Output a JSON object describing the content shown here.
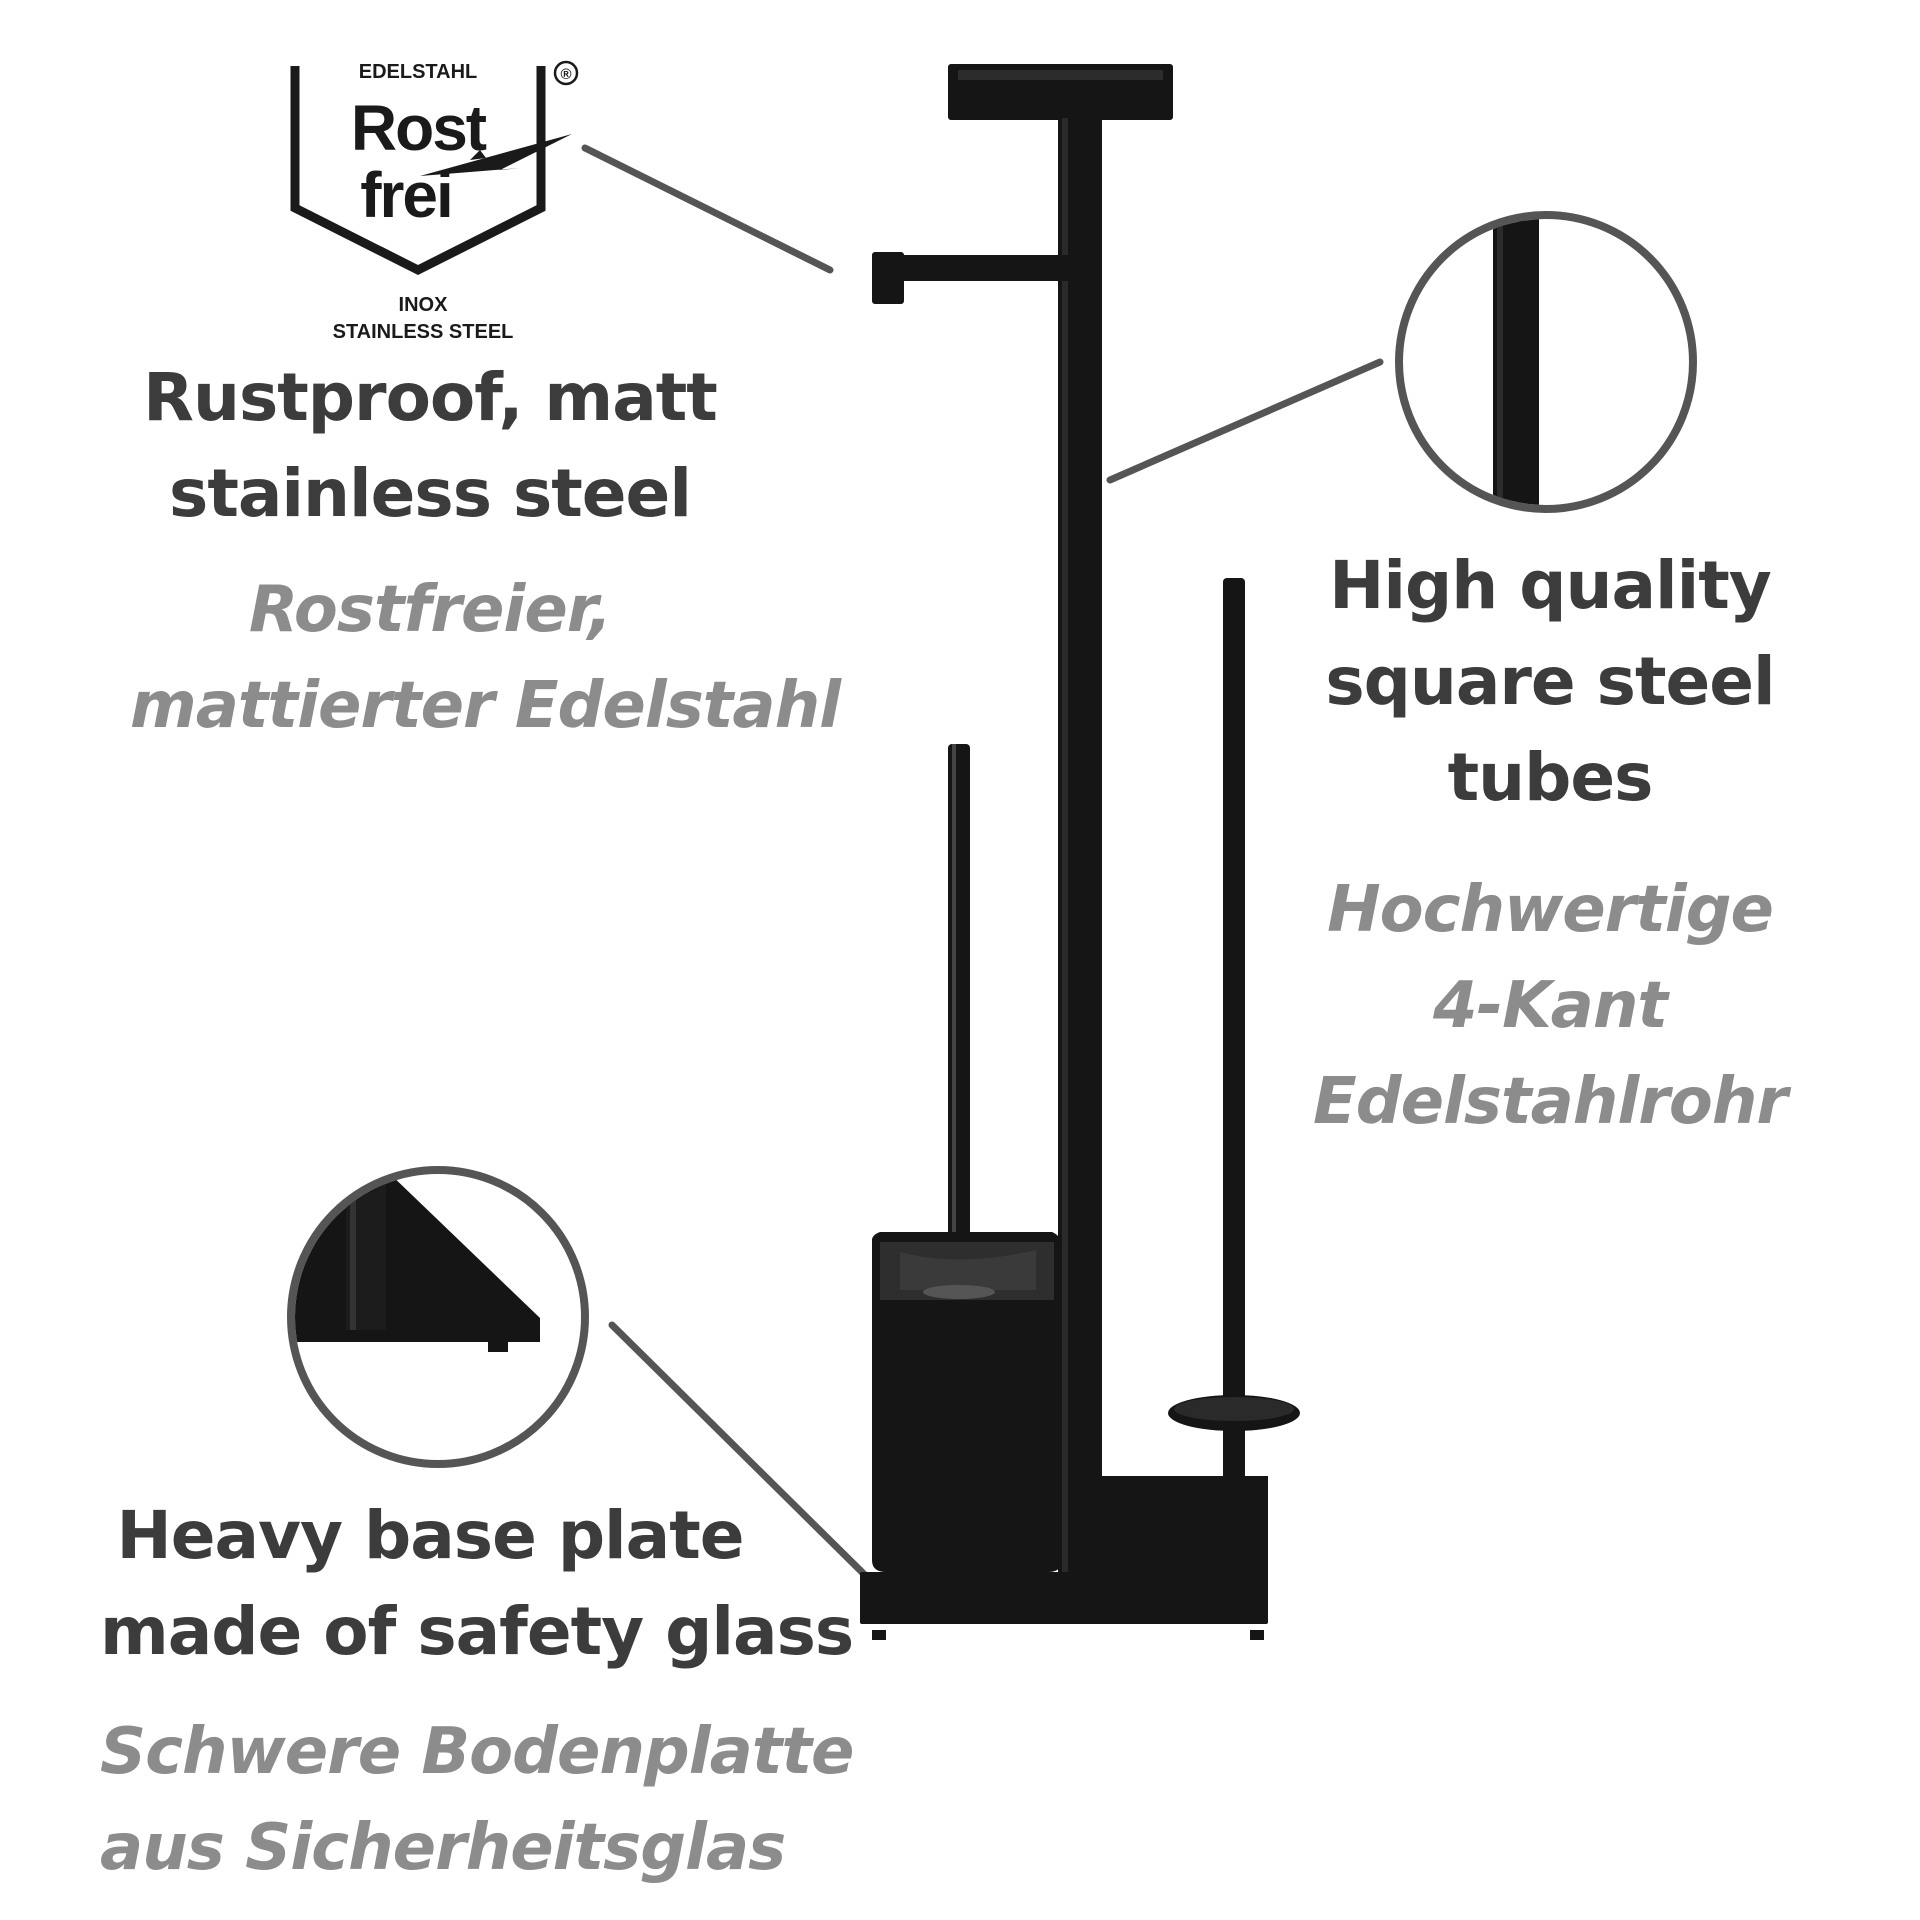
{
  "badge": {
    "top_label": "EDELSTAHL",
    "registered_mark": "®",
    "word_1": "Rost",
    "word_2": "frei",
    "inox": "INOX",
    "stainless": "STAINLESS STEEL"
  },
  "callouts": {
    "material": {
      "en_lines": [
        "Rustproof, matt",
        "stainless steel"
      ],
      "de_lines": [
        "Rostfreier,",
        "mattierter Edelstahl"
      ]
    },
    "tubes": {
      "en_lines": [
        "High quality",
        "square steel",
        "tubes"
      ],
      "de_lines": [
        "Hochwertige",
        "4-Kant",
        "Edelstahlrohr"
      ]
    },
    "base": {
      "en_lines": [
        "Heavy base plate",
        "made of safety glass"
      ],
      "de_lines": [
        "Schwere Bodenplatte",
        "aus Sicherheitsglas"
      ]
    }
  },
  "colors": {
    "english_text": "#3c3c3c",
    "german_text": "#8c8c8c",
    "product": "#151515",
    "callout_line": "#555555"
  }
}
